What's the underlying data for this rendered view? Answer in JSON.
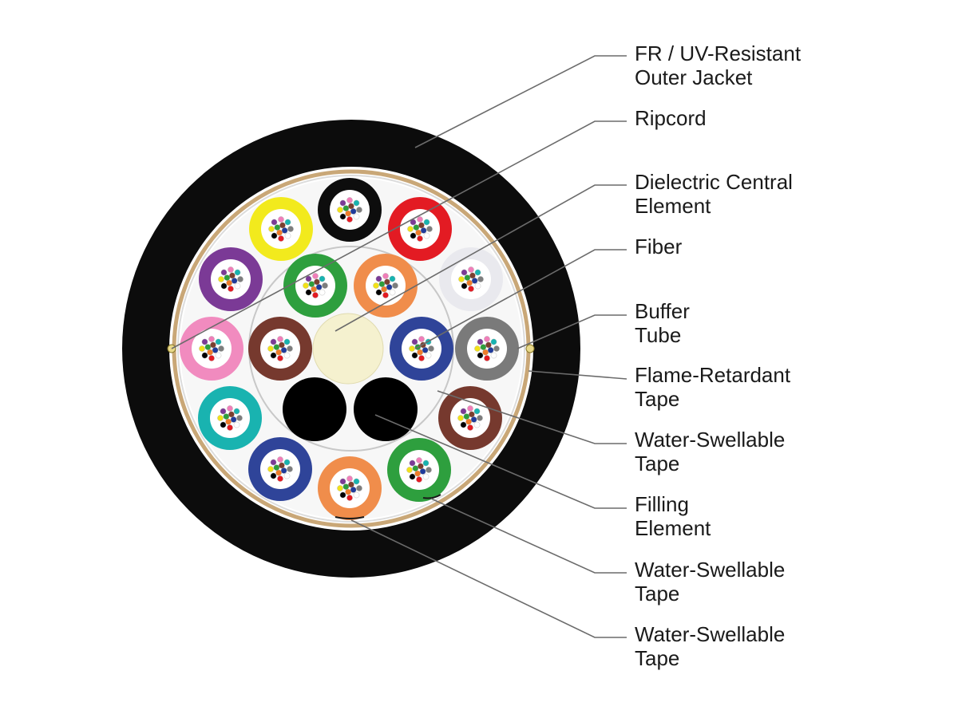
{
  "colors": {
    "outer_jacket": "#0c0c0c",
    "core_background": "#f7f7f7",
    "tape_ring": "#c9a777",
    "leader_line": "#6b6b6b",
    "central_element": "#f5f1cf",
    "filling_element": "#000000",
    "tube_core": "#ffffff"
  },
  "fiber_colors": [
    "#1f3b9a",
    "#ef7d2a",
    "#2d9e3b",
    "#7a3f2e",
    "#7d7d7d",
    "#ffffff",
    "#e31b23",
    "#000000",
    "#f2e11a",
    "#7b3a96",
    "#f07eb9",
    "#18b3b0"
  ],
  "buffer_tubes": {
    "outer_ring": [
      {
        "color": "#0d0d0d"
      },
      {
        "color": "#e31b23"
      },
      {
        "color": "#e9e9ee"
      },
      {
        "color": "#7a7a7a"
      },
      {
        "color": "#76392e"
      },
      {
        "color": "#2e9f3e"
      },
      {
        "color": "#f08d4b"
      },
      {
        "color": "#2f4499"
      },
      {
        "color": "#19b3b0"
      },
      {
        "color": "#f18bbf"
      },
      {
        "color": "#7b3a96"
      },
      {
        "color": "#f2ea1d"
      }
    ],
    "inner_ring": [
      {
        "color": "#f08d4b"
      },
      {
        "color": "#2f4499"
      },
      {
        "color": "#76392e"
      },
      {
        "color": "#2e9f3e"
      }
    ]
  },
  "callouts": [
    {
      "lines": [
        "FR / UV-Resistant",
        "Outer Jacket"
      ]
    },
    {
      "lines": [
        "Ripcord"
      ]
    },
    {
      "lines": [
        "Dielectric Central",
        "Element"
      ]
    },
    {
      "lines": [
        "Fiber"
      ]
    },
    {
      "lines": [
        "Buffer",
        "Tube"
      ]
    },
    {
      "lines": [
        "Flame-Retardant",
        "Tape"
      ]
    },
    {
      "lines": [
        "Water-Swellable",
        "Tape"
      ]
    },
    {
      "lines": [
        "Filling",
        "Element"
      ]
    },
    {
      "lines": [
        "Water-Swellable",
        "Tape"
      ]
    },
    {
      "lines": [
        "Water-Swellable",
        "Tape"
      ]
    }
  ]
}
